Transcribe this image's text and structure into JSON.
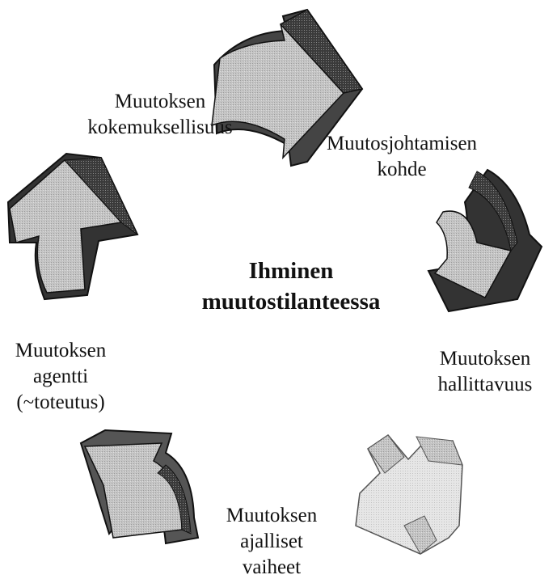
{
  "center_title": {
    "line1": "Ihminen",
    "line2": "muutostilanteessa"
  },
  "aspects": [
    {
      "line1": "Muutoksen",
      "line2": "kokemuksellisuus",
      "line3": ""
    },
    {
      "line1": "Muutosjohtamisen",
      "line2": "kohde",
      "line3": ""
    },
    {
      "line1": "Muutoksen",
      "line2": "hallittavuus",
      "line3": ""
    },
    {
      "line1": "Muutoksen",
      "line2": "ajalliset",
      "line3": "vaiheet"
    },
    {
      "line1": "Muutoksen",
      "line2": "agentti",
      "line3": "(~toteutus)"
    }
  ],
  "arrows": [
    {
      "icon": "curved-arrow-right-icon"
    },
    {
      "icon": "curved-arrow-down-icon"
    },
    {
      "icon": "split-arrow-icon"
    },
    {
      "icon": "curved-arrow-up-left-icon"
    },
    {
      "icon": "curved-arrow-up-icon"
    }
  ],
  "colors": {
    "arrow_face": "#c8c8c8",
    "arrow_face_light": "#e4e4e4",
    "arrow_dark": "#2e2e2e",
    "arrow_mid": "#7a7a7a",
    "arrow_outline": "#111111",
    "text": "#111111"
  }
}
